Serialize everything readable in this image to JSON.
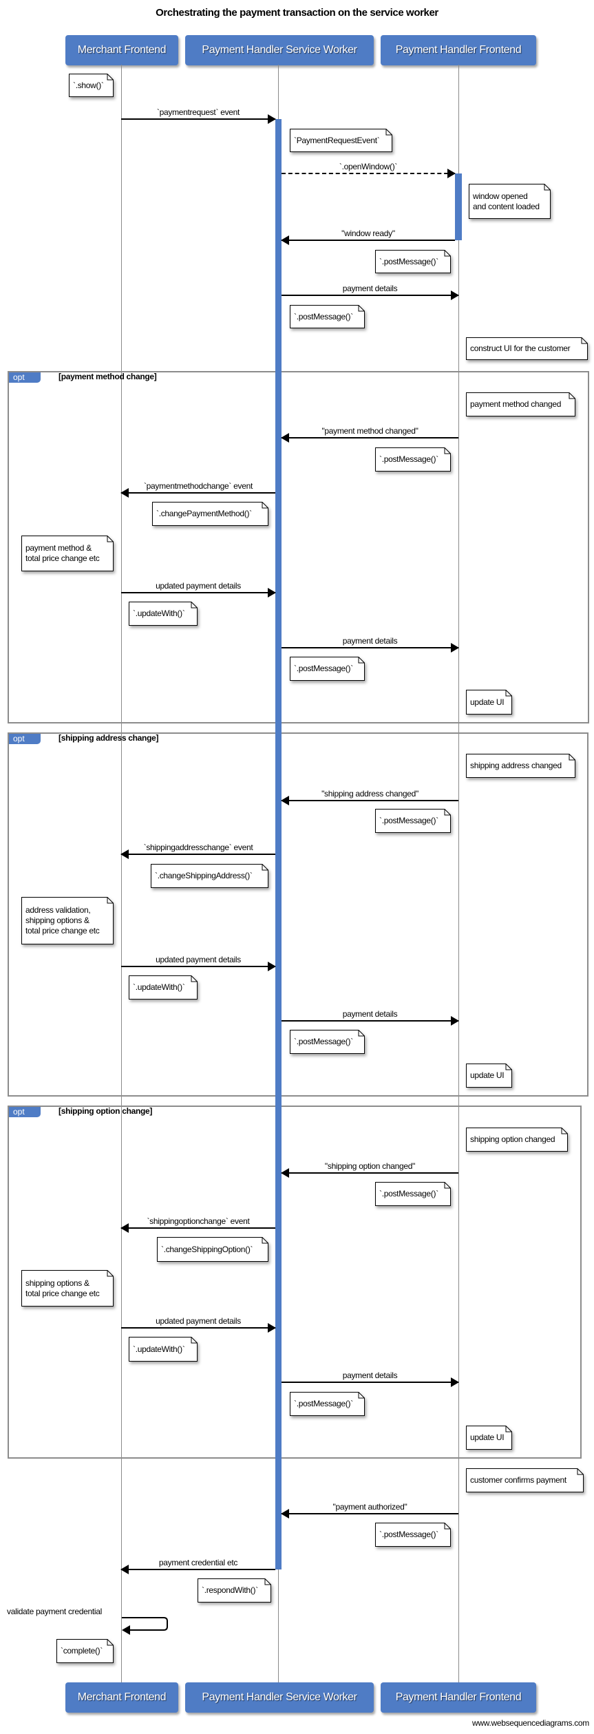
{
  "title": "Orchestrating the payment transaction on the service worker",
  "participants": [
    "Merchant Frontend",
    "Payment Handler Service Worker",
    "Payment Handler Frontend"
  ],
  "fragments": [
    {
      "tag": "opt",
      "condition": "[payment method change]"
    },
    {
      "tag": "opt",
      "condition": "[shipping address change]"
    },
    {
      "tag": "opt",
      "condition": "[shipping option change]"
    }
  ],
  "messages": [
    "`paymentrequest` event",
    "`.openWindow()`",
    "\"window ready\"",
    "payment details",
    "\"payment method changed\"",
    "`paymentmethodchange` event",
    "updated payment details",
    "payment details",
    "\"shipping address changed\"",
    "`shippingaddresschange` event",
    "updated payment details",
    "payment details",
    "\"shipping option changed\"",
    "`shippingoptionchange` event",
    "updated payment details",
    "payment details",
    "\"payment authorized\"",
    "payment credential etc",
    "validate payment credential"
  ],
  "notes": [
    "`.show()`",
    "`PaymentRequestEvent`",
    "window opened\nand content loaded",
    "`.postMessage()`",
    "`.postMessage()`",
    "construct UI for the customer",
    "payment method changed",
    "`.postMessage()`",
    "`.changePaymentMethod()`",
    "payment method &\ntotal price change etc",
    "`.updateWith()`",
    "`.postMessage()`",
    "update UI",
    "shipping address changed",
    "`.postMessage()`",
    "`.changeShippingAddress()`",
    "address validation,\nshipping options &\ntotal price change etc",
    "`.updateWith()`",
    "`.postMessage()`",
    "update UI",
    "shipping option changed",
    "`.postMessage()`",
    "`.changeShippingOption()`",
    "shipping options &\ntotal price change etc",
    "`.updateWith()`",
    "`.postMessage()`",
    "update UI",
    "customer confirms payment",
    "`.postMessage()`",
    "`.respondWith()`",
    "`complete()`"
  ],
  "footer": "www.websequencediagrams.com",
  "colors": {
    "participant": "#4f7cc5",
    "activation": "#4f7cc5",
    "fragment_border": "#8c8c8c"
  }
}
